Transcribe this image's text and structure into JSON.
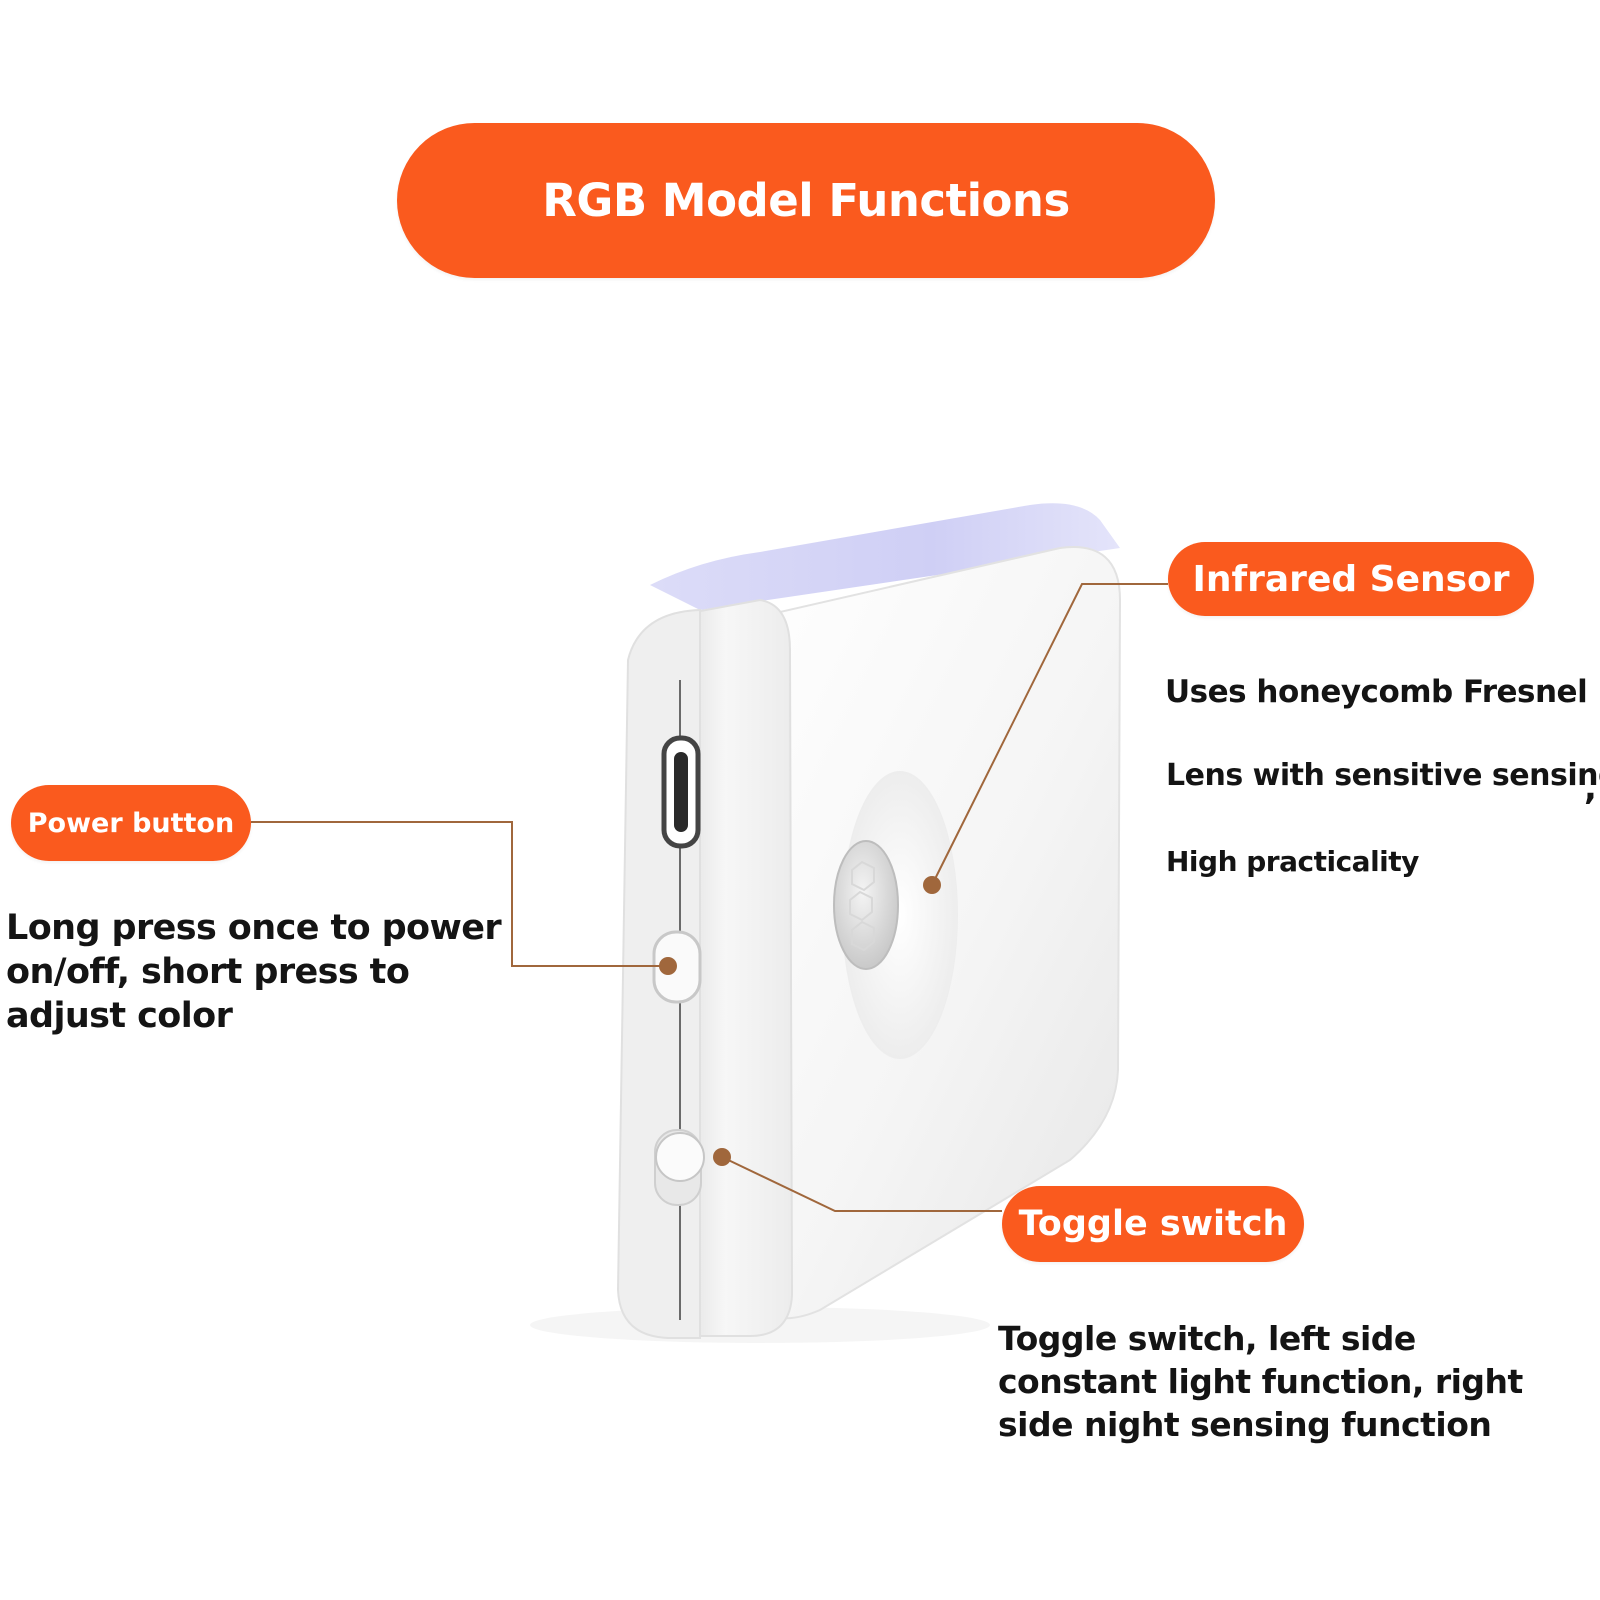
{
  "colors": {
    "accent": "#fa5a1e",
    "text": "#141414",
    "leader_line": "#a0673c",
    "dot": "#a0673c"
  },
  "header": {
    "title": "RGB Model Functions"
  },
  "callouts": {
    "infrared": {
      "label": "Infrared Sensor",
      "lines": [
        "Uses honeycomb Fresnel",
        "Lens with sensitive sensing",
        "High practicality"
      ],
      "trailing_mark": ","
    },
    "power": {
      "label": "Power button",
      "description": "Long press once to power on/off, short press to adjust color"
    },
    "toggle": {
      "label": "Toggle switch",
      "description": "Toggle switch, left side constant light function, right side night sensing function"
    }
  }
}
